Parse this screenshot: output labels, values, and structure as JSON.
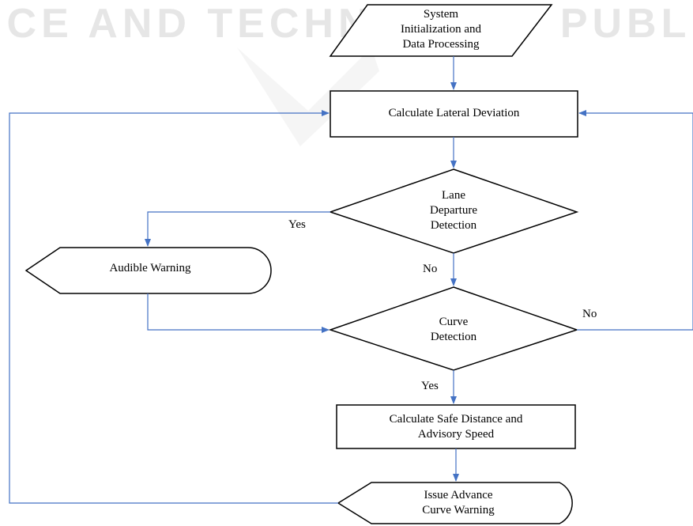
{
  "watermark": {
    "text": "NCE AND TECHNOLOGY PUBLICATI"
  },
  "nodes": {
    "init": {
      "line1": "System",
      "line2": "Initialization and",
      "line3": "Data Processing"
    },
    "lateral": {
      "label": "Calculate Lateral Deviation"
    },
    "lane": {
      "line1": "Lane",
      "line2": "Departure",
      "line3": "Detection"
    },
    "audible": {
      "label": "Audible Warning"
    },
    "curve": {
      "line1": "Curve",
      "line2": "Detection"
    },
    "safe": {
      "line1": "Calculate Safe Distance and",
      "line2": "Advisory Speed"
    },
    "issue": {
      "line1": "Issue Advance",
      "line2": "Curve Warning"
    }
  },
  "edges": {
    "lane_yes": "Yes",
    "lane_no": "No",
    "curve_no": "No",
    "curve_yes": "Yes"
  },
  "colors": {
    "connector": "#4472c4",
    "outline": "#000000",
    "watermark": "#e6e6e6"
  }
}
